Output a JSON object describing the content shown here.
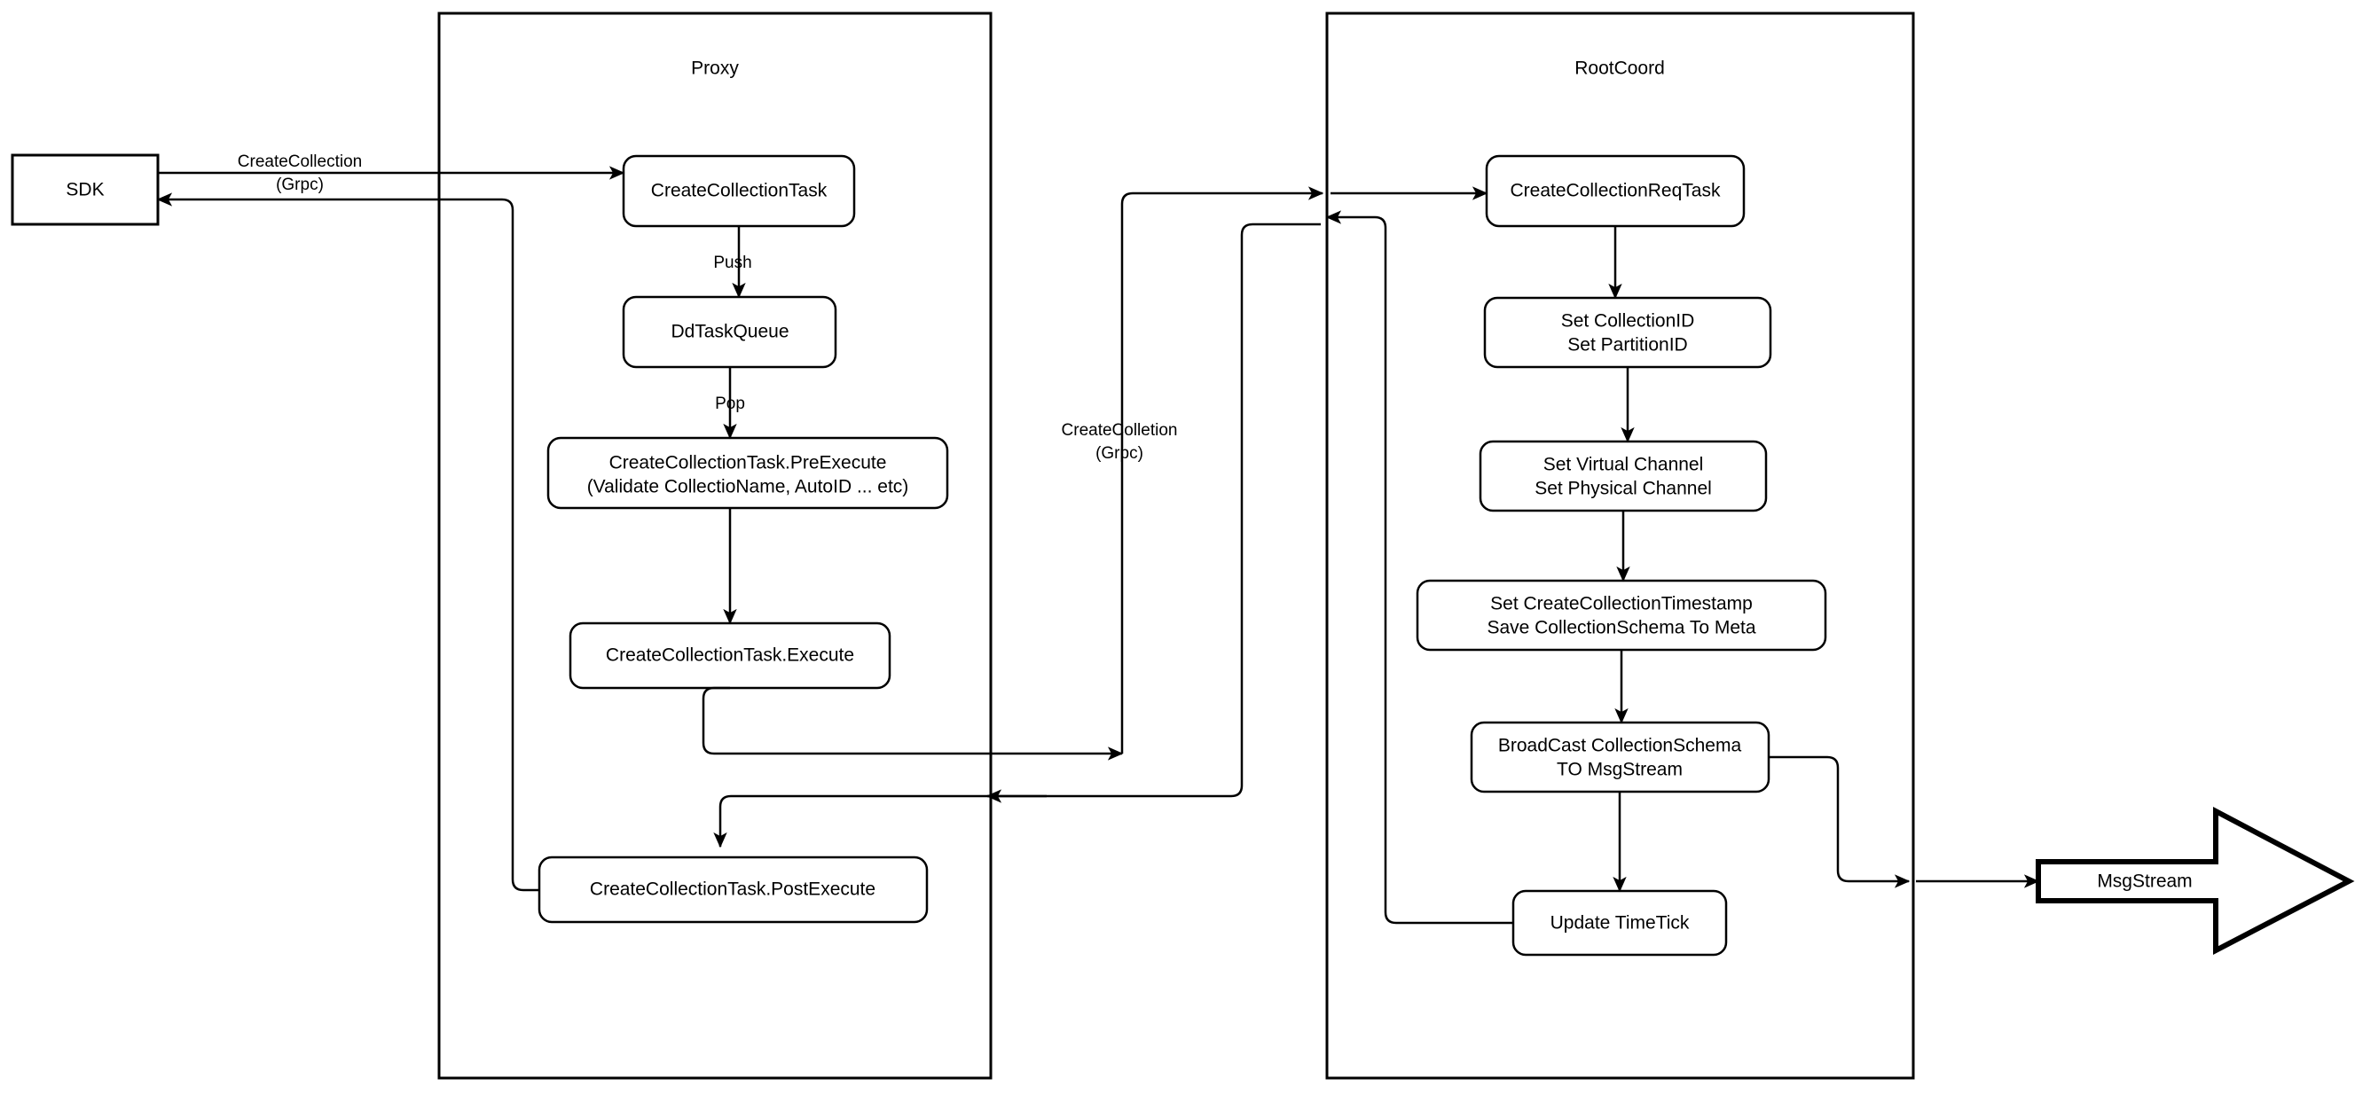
{
  "diagram": {
    "title": "CreateCollection flow (Proxy / RootCoord)",
    "background_color": "#ffffff",
    "line_color": "#000000"
  },
  "containers": [
    {
      "id": "proxy",
      "label": "Proxy"
    },
    {
      "id": "rootcoord",
      "label": "RootCoord"
    }
  ],
  "external": {
    "sdk": {
      "label": "SDK"
    },
    "msgstream": {
      "label": "MsgStream"
    }
  },
  "proxy_nodes": [
    {
      "id": "create-collection-task",
      "line1": "CreateCollectionTask",
      "line2": ""
    },
    {
      "id": "dd-task-queue",
      "line1": "DdTaskQueue",
      "line2": ""
    },
    {
      "id": "pre-execute",
      "line1": "CreateCollectionTask.PreExecute",
      "line2": "(Validate CollectioName, AutoID ... etc)"
    },
    {
      "id": "execute",
      "line1": "CreateCollectionTask.Execute",
      "line2": ""
    },
    {
      "id": "post-execute",
      "line1": "CreateCollectionTask.PostExecute",
      "line2": ""
    }
  ],
  "rootcoord_nodes": [
    {
      "id": "create-collection-req-task",
      "line1": "CreateCollectionReqTask",
      "line2": ""
    },
    {
      "id": "set-ids",
      "line1": "Set CollectionID",
      "line2": "Set PartitionID"
    },
    {
      "id": "set-channels",
      "line1": "Set Virtual Channel",
      "line2": "Set Physical Channel"
    },
    {
      "id": "set-timestamp-save-meta",
      "line1": "Set CreateCollectionTimestamp",
      "line2": "Save CollectionSchema To Meta"
    },
    {
      "id": "broadcast-schema",
      "line1": "BroadCast CollectionSchema",
      "line2": "TO MsgStream"
    },
    {
      "id": "update-timetick",
      "line1": "Update TimeTick",
      "line2": ""
    }
  ],
  "edge_labels": [
    {
      "id": "sdk-to-proxy",
      "line1": "CreateCollection",
      "line2": "(Grpc)"
    },
    {
      "id": "push",
      "line1": "Push",
      "line2": ""
    },
    {
      "id": "pop",
      "line1": "Pop",
      "line2": ""
    },
    {
      "id": "proxy-to-rootcoord",
      "line1": "CreateColletion",
      "line2": "(Grpc)"
    }
  ]
}
